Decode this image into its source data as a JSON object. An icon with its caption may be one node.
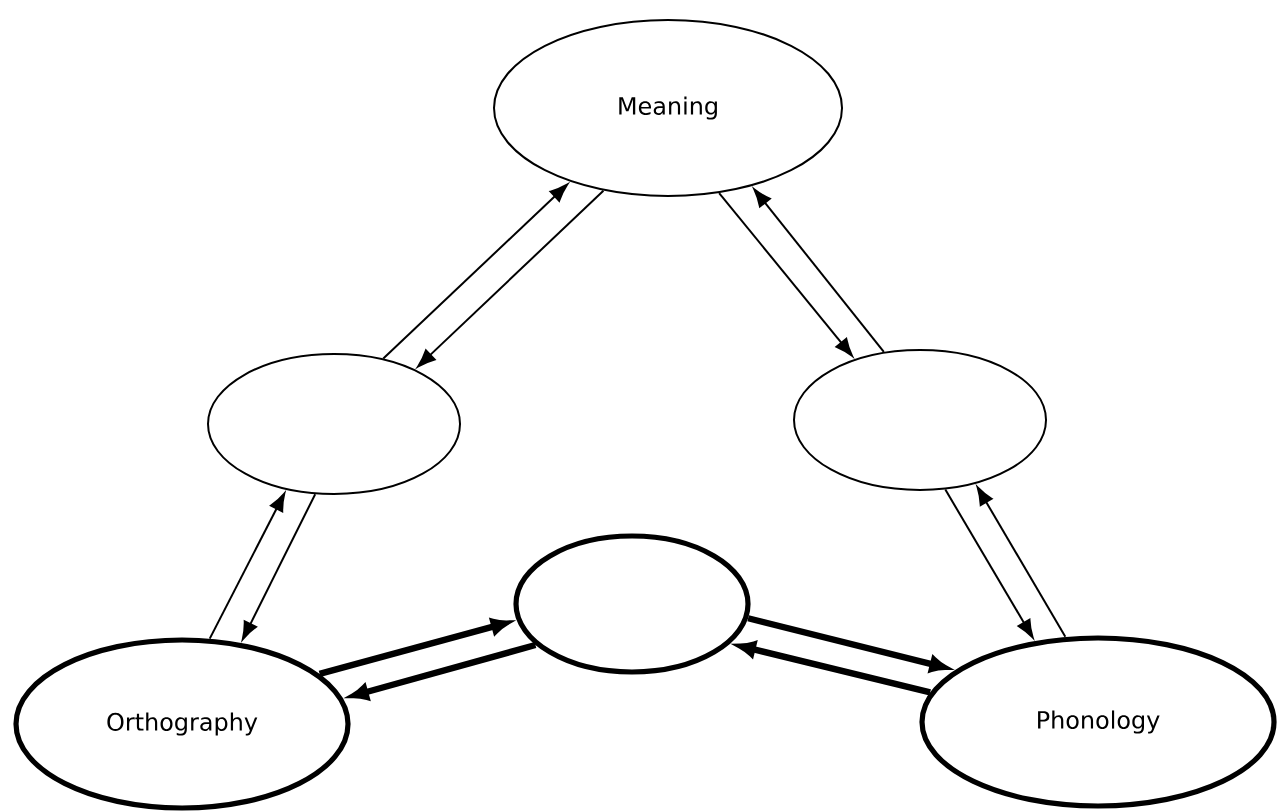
{
  "diagram": {
    "nodes": [
      {
        "text": [
          "Meaning"
        ]
      },
      {
        "text": [],
        "shape": "circle"
      },
      {
        "text": [],
        "shape": "circle"
      },
      {
        "text": [],
        "shape": "circle"
      },
      {
        "text": [
          "Orthography"
        ]
      },
      {
        "text": [
          "Phonology"
        ]
      }
    ],
    "edges": [
      {
        "from": 1,
        "to": 0,
        "arrow": "to"
      },
      {
        "from": 0,
        "to": 1,
        "arrow": "to"
      },
      {
        "from": 0,
        "to": 2,
        "arrow": "to"
      },
      {
        "from": 2,
        "to": 0,
        "arrow": "to"
      },
      {
        "from": 4,
        "to": 1,
        "arrow": "to"
      },
      {
        "from": 1,
        "to": 4,
        "arrow": "to"
      },
      {
        "from": 2,
        "to": 5,
        "arrow": "to"
      },
      {
        "from": 5,
        "to": 2,
        "arrow": "to"
      },
      {
        "from": 4,
        "to": 3,
        "arrow": "to",
        "style": "thick"
      },
      {
        "from": 3,
        "to": 4,
        "arrow": "to",
        "style": "thick"
      },
      {
        "from": 3,
        "to": 5,
        "arrow": "to",
        "style": "thick"
      },
      {
        "from": 5,
        "to": 3,
        "arrow": "to",
        "style": "thick"
      }
    ]
  }
}
